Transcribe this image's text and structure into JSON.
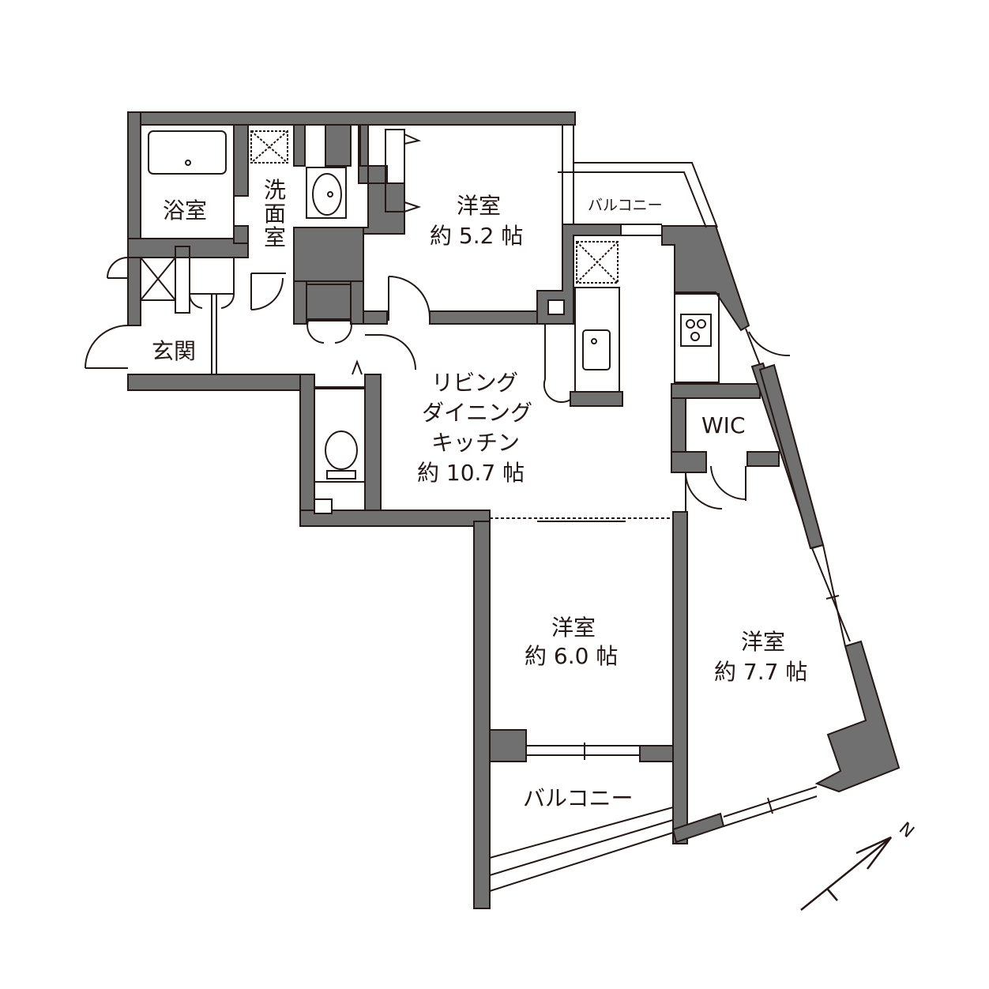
{
  "floor_plan": {
    "rooms": {
      "bathroom": {
        "label": "浴室"
      },
      "washroom": {
        "line1": "洗",
        "line2": "面",
        "line3": "室"
      },
      "entrance": {
        "label": "玄関"
      },
      "western_room_1": {
        "name": "洋室",
        "area": "約 5.2 帖"
      },
      "balcony_north": {
        "label": "バルコニー"
      },
      "ldk": {
        "line1": "リビング",
        "line2": "ダイニング",
        "line3": "キッチン",
        "area": "約 10.7 帖"
      },
      "wic": {
        "label": "WIC"
      },
      "western_room_2": {
        "name": "洋室",
        "area": "約 6.0 帖"
      },
      "western_room_3": {
        "name": "洋室",
        "area": "約 7.7 帖"
      },
      "balcony_south": {
        "label": "バルコニー"
      }
    },
    "compass": {
      "label": "N"
    }
  },
  "colors": {
    "wall_fill": "#717071",
    "outline": "#231815",
    "background": "#ffffff"
  }
}
